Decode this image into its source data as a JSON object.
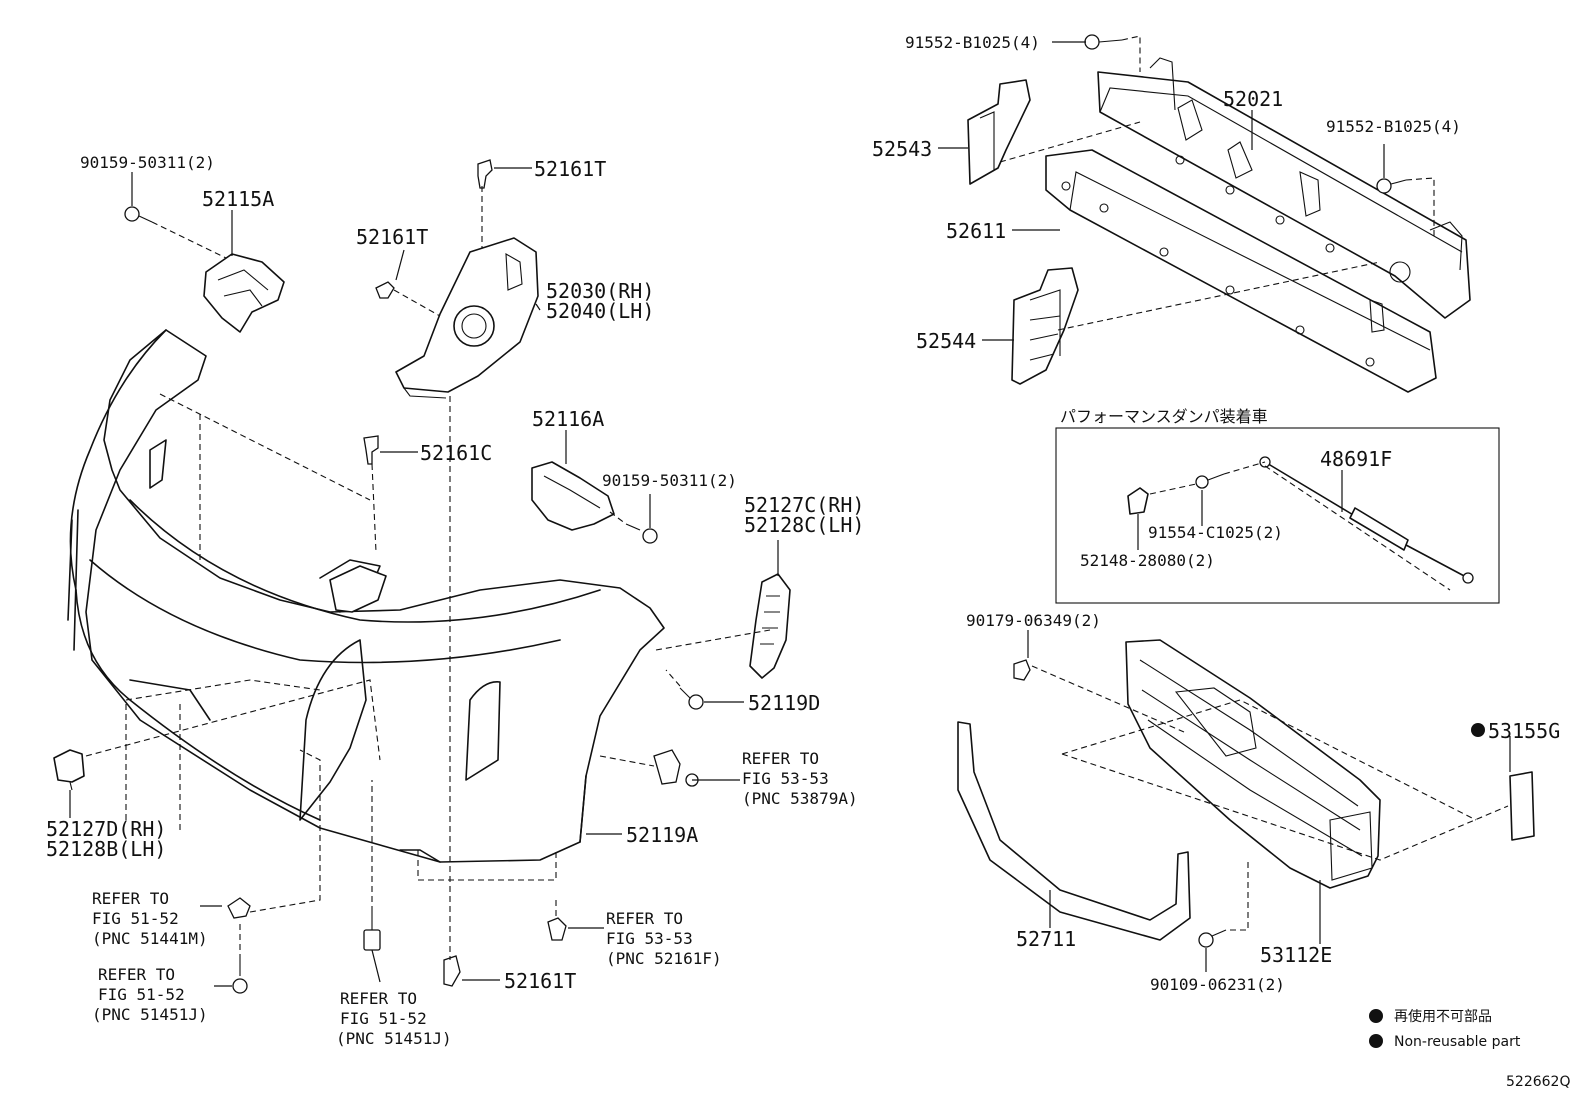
{
  "diagram_code": "522662Q",
  "legend": {
    "jp": "再使用不可部品",
    "en": "Non-reusable part"
  },
  "box_title": "パフォーマンスダンパ装着車",
  "refer": {
    "r1": {
      "l1": "REFER TO",
      "l2": "FIG 53-53",
      "l3": "(PNC 53879A)"
    },
    "r2": {
      "l1": "REFER TO",
      "l2": "FIG 51-52",
      "l3": "(PNC 51441M)"
    },
    "r3": {
      "l1": "REFER TO",
      "l2": "FIG 51-52",
      "l3": "(PNC 51451J)"
    },
    "r4": {
      "l1": "REFER TO",
      "l2": "FIG 51-52",
      "l3": "(PNC 51451J)"
    },
    "r5": {
      "l1": "REFER TO",
      "l2": "FIG 53-53",
      "l3": "(PNC 52161F)"
    }
  },
  "parts": {
    "p91552a": "91552-B1025(4)",
    "p52021": "52021",
    "p91552b": "91552-B1025(4)",
    "p52543": "52543",
    "p52611": "52611",
    "p52544": "52544",
    "p90159a": "90159-50311(2)",
    "p52115a": "52115A",
    "p52161t_top": "52161T",
    "p52161t_mid": "52161T",
    "p52030": "52030(RH)",
    "p52040": "52040(LH)",
    "p52161c": "52161C",
    "p52116a": "52116A",
    "p90159b": "90159-50311(2)",
    "p52127c": "52127C(RH)",
    "p52128c": "52128C(LH)",
    "p52119d": "52119D",
    "p52127d": "52127D(RH)",
    "p52128b": "52128B(LH)",
    "p52119a": "52119A",
    "p52161t_bot": "52161T",
    "p48691f": "48691F",
    "p91554": "91554-C1025(2)",
    "p52148": "52148-28080(2)",
    "p90179": "90179-06349(2)",
    "p53155g": "53155G",
    "p52711": "52711",
    "p53112e": "53112E",
    "p90109": "90109-06231(2)"
  },
  "icons": {
    "non_reusable_marker": "black-dot-icon"
  },
  "colors": {
    "ink": "#111111",
    "paper": "#ffffff"
  }
}
